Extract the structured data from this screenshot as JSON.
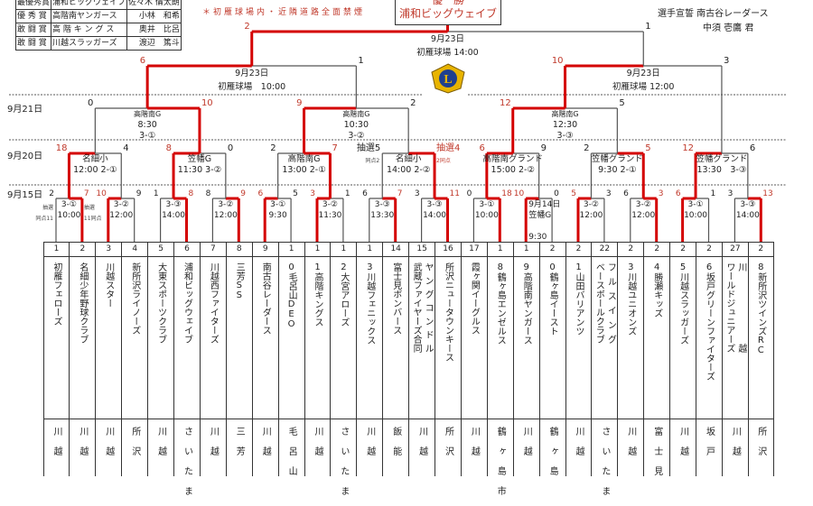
{
  "awards": [
    [
      "最優秀賞",
      "浦和ビッグウェイブ",
      "佐々木 倫太朗"
    ],
    [
      "優 秀 賞",
      "高階南ヤンガース",
      "小林　和希"
    ],
    [
      "敢 闘 賞",
      "高 階 キ ン グ ス",
      "奥井　比呂"
    ],
    [
      "敢 闘 賞",
      "川越スラッガーズ",
      "渡辺　篤斗"
    ]
  ],
  "notice": "＊初雁球場内・近隣道路全面禁煙",
  "champion": {
    "label": "優　勝",
    "team": "浦和ビッグウェイブ"
  },
  "oath": {
    "label": "選手宣誓 南古谷レーダース",
    "player": "中須 壱鷹 君"
  },
  "dates": [
    "9月21日",
    "9月20日",
    "9月15日"
  ],
  "colors": {
    "winner": "#d40000",
    "line": "#555555",
    "text_red": "#c0392b"
  },
  "teams": [
    {
      "no": "1",
      "name": "初雁フェローズ",
      "loc": "川越"
    },
    {
      "no": "2",
      "name": "名細少年野球クラブ",
      "loc": "川越"
    },
    {
      "no": "3",
      "name": "川越スター",
      "loc": "川越"
    },
    {
      "no": "4",
      "name": "新所沢ライノーズ",
      "loc": "所沢"
    },
    {
      "no": "5",
      "name": "大東スポーツクラブ",
      "loc": "川越"
    },
    {
      "no": "6",
      "name": "浦和ビッグウェイブ",
      "loc": "さいたま"
    },
    {
      "no": "7",
      "name": "川越西ファイターズ",
      "loc": "川越"
    },
    {
      "no": "8",
      "name": "三芳SS",
      "loc": "三芳"
    },
    {
      "no": "9",
      "name": "南古谷レーダース",
      "loc": "川越"
    },
    {
      "no": "1",
      "name": "0毛呂山DEO",
      "loc": "毛呂山"
    },
    {
      "no": "1",
      "name": "1高階キングス",
      "loc": "川越"
    },
    {
      "no": "1",
      "name": "2大宮アローズ",
      "loc": "さいたま"
    },
    {
      "no": "1",
      "name": "3川越フェニックス",
      "loc": "川越"
    },
    {
      "no": "14",
      "name": "富士見ボンバース",
      "loc": "飯能"
    },
    {
      "no": "15",
      "name": "ヤングコンドル\n武蔵ファイヤーズ合同",
      "loc": "川越"
    },
    {
      "no": "16",
      "name": "所沢ニュータウンキース",
      "loc": "所沢"
    },
    {
      "no": "17",
      "name": "霞ヶ関イーグルス",
      "loc": "川越"
    },
    {
      "no": "1",
      "name": "8鶴ヶ島エンゼルス",
      "loc": "鶴ヶ島市"
    },
    {
      "no": "1",
      "name": "9高階南ヤンガース",
      "loc": "川越"
    },
    {
      "no": "2",
      "name": "0鶴ヶ島イースト",
      "loc": "鶴ヶ島"
    },
    {
      "no": "2",
      "name": "1山田バリアンツ",
      "loc": "川越"
    },
    {
      "no": "22",
      "name": "フルスイング\nベースボールクラブ",
      "loc": "さいたま"
    },
    {
      "no": "2",
      "name": "3川越ユニオンズ",
      "loc": "川越"
    },
    {
      "no": "2",
      "name": "4勝瀬キッズ",
      "loc": "富士見"
    },
    {
      "no": "2",
      "name": "5川越スラッガーズ",
      "loc": "川越"
    },
    {
      "no": "2",
      "name": "6坂戸グリーンファイターズ",
      "loc": "坂戸"
    },
    {
      "no": "27",
      "name": "川越\nワールドジュニアーズ",
      "loc": "川越"
    },
    {
      "no": "2",
      "name": "8新所沢ツインズRC",
      "loc": "所沢"
    }
  ],
  "matches": [
    {
      "id": "r1a",
      "round": 1,
      "l": 0,
      "r": 1,
      "ls": "2",
      "rs": "7",
      "win": "R",
      "info": [
        "3-①",
        "10:00"
      ],
      "ln": [
        "抽選",
        "同点11"
      ],
      "rn": [
        "抽選",
        "11同点"
      ]
    },
    {
      "id": "r1b",
      "round": 1,
      "l": 2,
      "r": 3,
      "ls": "10",
      "rs": "9",
      "win": "L",
      "info": [
        "3-②",
        "12:00"
      ]
    },
    {
      "id": "r1c",
      "round": 1,
      "l": 4,
      "r": 5,
      "ls": "1",
      "rs": "8",
      "win": "R",
      "info": [
        "3-③",
        "14:00"
      ]
    },
    {
      "id": "r1d",
      "round": 1,
      "l": 6,
      "r": 7,
      "ls": "8",
      "rs": "9",
      "win": "R",
      "info": [
        "3-②",
        "12:00"
      ]
    },
    {
      "id": "r1e",
      "round": 1,
      "l": 8,
      "r": 9,
      "ls": "6",
      "rs": "5",
      "win": "L",
      "info": [
        "3-①",
        "9:30"
      ]
    },
    {
      "id": "r1f",
      "round": 1,
      "l": 10,
      "r": 11,
      "ls": "3",
      "rs": "1",
      "win": "L",
      "info": [
        "3-②",
        "11:30"
      ]
    },
    {
      "id": "r1g",
      "round": 1,
      "l": 12,
      "r": 13,
      "ls": "6",
      "rs": "7",
      "win": "R",
      "info": [
        "3-③",
        "13:30"
      ]
    },
    {
      "id": "r1h",
      "round": 1,
      "l": 14,
      "r": 15,
      "ls": "3",
      "rs": "11",
      "win": "R",
      "info": [
        "3-③",
        "14:00"
      ]
    },
    {
      "id": "r1i",
      "round": 1,
      "l": 16,
      "r": 17,
      "ls": "0",
      "rs": "18",
      "win": "R",
      "info": [
        "3-①",
        "10:00"
      ]
    },
    {
      "id": "r1j",
      "round": 1,
      "l": 18,
      "r": 19,
      "ls": "10",
      "rs": "0",
      "win": "L",
      "info": [
        "9月14日",
        "笠幡G",
        "",
        "9:30"
      ]
    },
    {
      "id": "r1k",
      "round": 1,
      "l": 20,
      "r": 21,
      "ls": "5",
      "rs": "3",
      "win": "L",
      "info": [
        "3-②",
        "12:00"
      ]
    },
    {
      "id": "r1l",
      "round": 1,
      "l": 22,
      "r": 23,
      "ls": "6",
      "rs": "3",
      "win": "R",
      "info": [
        "3-②",
        "12:00"
      ]
    },
    {
      "id": "r1m",
      "round": 1,
      "l": 24,
      "r": 25,
      "ls": "6",
      "rs": "1",
      "win": "L",
      "info": [
        "3-①",
        "10:00"
      ]
    },
    {
      "id": "r1n",
      "round": 1,
      "l": 26,
      "r": 27,
      "ls": "3",
      "rs": "13",
      "win": "R",
      "info": [
        "3-③",
        "14:00"
      ]
    },
    {
      "id": "r2a",
      "round": 2,
      "l": "r1a",
      "r": "r1b",
      "ls": "18",
      "rs": "4",
      "win": "L",
      "info": [
        "名細小",
        "12:00 2-①"
      ]
    },
    {
      "id": "r2b",
      "round": 2,
      "l": "r1c",
      "r": "r1d",
      "ls": "8",
      "rs": "0",
      "win": "L",
      "info": [
        "笠幡G",
        "11:30 3-②"
      ]
    },
    {
      "id": "r2c",
      "round": 2,
      "l": "r1e",
      "r": "r1f",
      "ls": "2",
      "rs": "7",
      "win": "R",
      "info": [
        "高階南G",
        "13:00 2-①"
      ]
    },
    {
      "id": "r2d",
      "round": 2,
      "l": "r1g",
      "r": "r1h",
      "ls": "抽選5",
      "rs": "抽選4",
      "win": "R",
      "info": [
        "名細小",
        "14:00 2-②"
      ],
      "ln": [
        "同点2"
      ],
      "rn": [
        "2同点"
      ]
    },
    {
      "id": "r2e",
      "round": 2,
      "l": "r1i",
      "r": "r1j",
      "ls": "6",
      "rs": "9",
      "win": "L",
      "info": [
        "高階南グランド",
        "15:00 2-②"
      ]
    },
    {
      "id": "r2f",
      "round": 2,
      "l": "r1k",
      "r": "r1l",
      "ls": "2",
      "rs": "5",
      "win": "R",
      "info": [
        "笠幡グランド",
        "9:30 2-①"
      ]
    },
    {
      "id": "r2g",
      "round": 2,
      "l": "r1m",
      "r": "r1n",
      "ls": "12",
      "rs": "6",
      "win": "L",
      "info": [
        "笠幡グランド",
        "13:30　3-③"
      ]
    },
    {
      "id": "r3a",
      "round": 3,
      "l": "r2a",
      "r": "r2b",
      "ls": "0",
      "rs": "10",
      "win": "R",
      "info": [
        "高階南G",
        "8:30",
        "3-①"
      ]
    },
    {
      "id": "r3b",
      "round": 3,
      "l": "r2c",
      "r": "r2d",
      "ls": "9",
      "rs": "2",
      "win": "L",
      "info": [
        "高階南G",
        "10:30",
        "3-②"
      ]
    },
    {
      "id": "r3c",
      "round": 3,
      "l": "r2e",
      "r": "r2f",
      "ls": "12",
      "rs": "5",
      "win": "L",
      "info": [
        "高階南G",
        "12:30",
        "3-③"
      ]
    },
    {
      "id": "sf1",
      "round": 4,
      "l": "r3a",
      "r": "r3b",
      "ls": "6",
      "rs": "1",
      "win": "L",
      "info": [
        "9月23日",
        "初雁球場　10:00"
      ]
    },
    {
      "id": "sf2",
      "round": 4,
      "l": "r3c",
      "r": "r2g",
      "ls": "10",
      "rs": "3",
      "win": "L",
      "info": [
        "9月23日",
        "初雁球場 12:00"
      ]
    },
    {
      "id": "final",
      "round": 5,
      "l": "sf1",
      "r": "sf2",
      "ls": "2",
      "rs": "1",
      "win": "L",
      "info": [
        "9月23日",
        "初雁球場 14:00"
      ]
    }
  ]
}
